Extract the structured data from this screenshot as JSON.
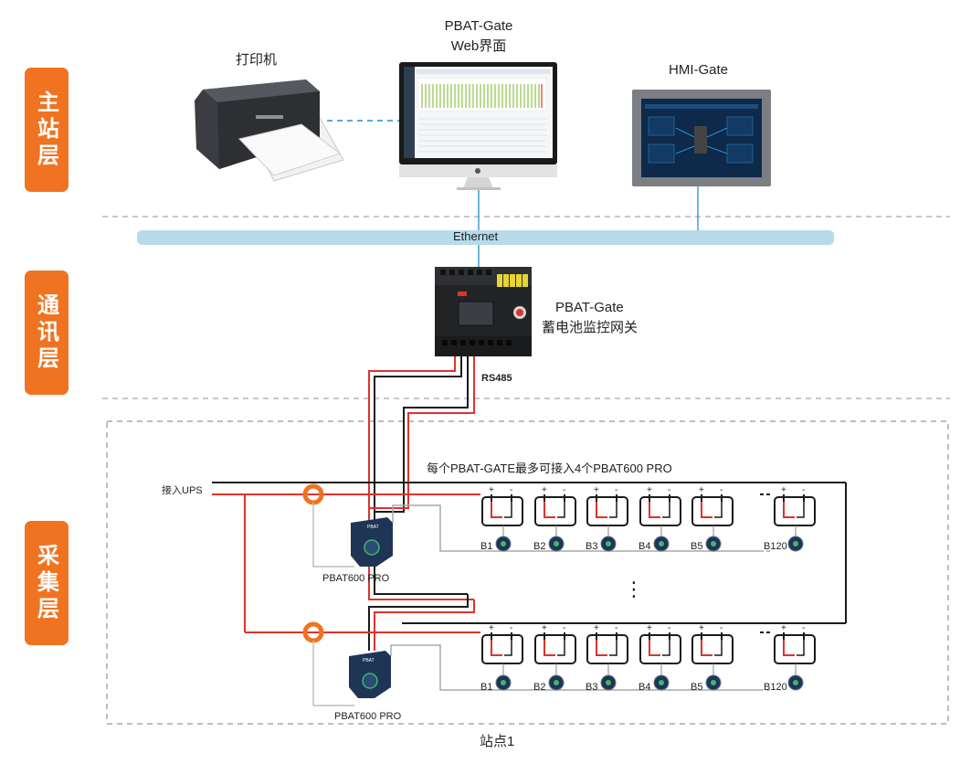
{
  "layers": {
    "master": "主站层",
    "comm": "通讯层",
    "acquisition": "采集层"
  },
  "devices": {
    "printer": "打印机",
    "web_title_1": "PBAT-Gate",
    "web_title_2": "Web界面",
    "hmi": "HMI-Gate",
    "gateway_title_1": "PBAT-Gate",
    "gateway_title_2": "蓄电池监控网关",
    "pbat600_top": "PBAT600 PRO",
    "pbat600_bottom": "PBAT600 PRO"
  },
  "network": {
    "ethernet": "Ethernet",
    "rs485": "RS485"
  },
  "notes": {
    "max_connect": "每个PBAT-GATE最多可接入4个PBAT600 PRO",
    "ups": "接入UPS",
    "site": "站点1",
    "continuation": "⋮"
  },
  "battery_labels": [
    "B1",
    "B2",
    "B3",
    "B4",
    "B5",
    "B120"
  ],
  "polarity": {
    "plus": "+",
    "minus": "-"
  },
  "colors": {
    "accent": "#f07321",
    "ethernet_bar": "#b7dbeb",
    "link_blue": "#3e9fd6",
    "wire_red": "#e0322b",
    "wire_black": "#1a1a1a",
    "sensor_navy": "#1e3556",
    "sensor_green": "#3fb86a"
  }
}
